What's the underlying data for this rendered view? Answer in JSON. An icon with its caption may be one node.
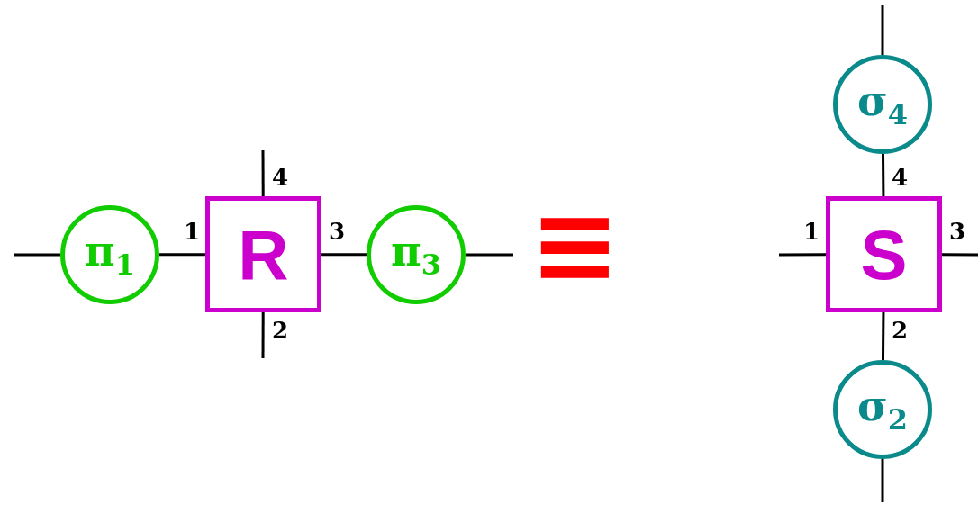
{
  "diagram": {
    "nodes": [
      {
        "text": [
          "π$_{1}$"
        ]
      },
      {
        "text": [
          "R"
        ]
      },
      {
        "text": [
          "π$_{3}$"
        ]
      },
      {
        "text": [
          "S"
        ]
      },
      {
        "text": [
          "σ$_{4}$"
        ]
      },
      {
        "text": [
          "σ$_{2}$"
        ]
      }
    ],
    "edges": [
      {
        "from": null,
        "to": 0,
        "arrow": "none"
      },
      {
        "from": 0,
        "to": 1,
        "arrow": "none",
        "label": "1"
      },
      {
        "from": 1,
        "to": null,
        "arrow": "none",
        "label": "4"
      },
      {
        "from": 1,
        "to": null,
        "arrow": "none",
        "label": "2"
      },
      {
        "from": 1,
        "to": 2,
        "arrow": "none",
        "label": "3"
      },
      {
        "from": 2,
        "to": null,
        "arrow": "none"
      },
      {
        "from": null,
        "to": 3,
        "arrow": "none",
        "label": "1"
      },
      {
        "from": 3,
        "to": null,
        "arrow": "none",
        "label": "3"
      },
      {
        "from": 3,
        "to": 4,
        "arrow": "none",
        "label": "4"
      },
      {
        "from": 3,
        "to": 5,
        "arrow": "none",
        "label": "2"
      },
      {
        "from": 4,
        "to": null,
        "arrow": "none"
      },
      {
        "from": 5,
        "to": null,
        "arrow": "none"
      }
    ],
    "labels": [
      "≡"
    ]
  }
}
